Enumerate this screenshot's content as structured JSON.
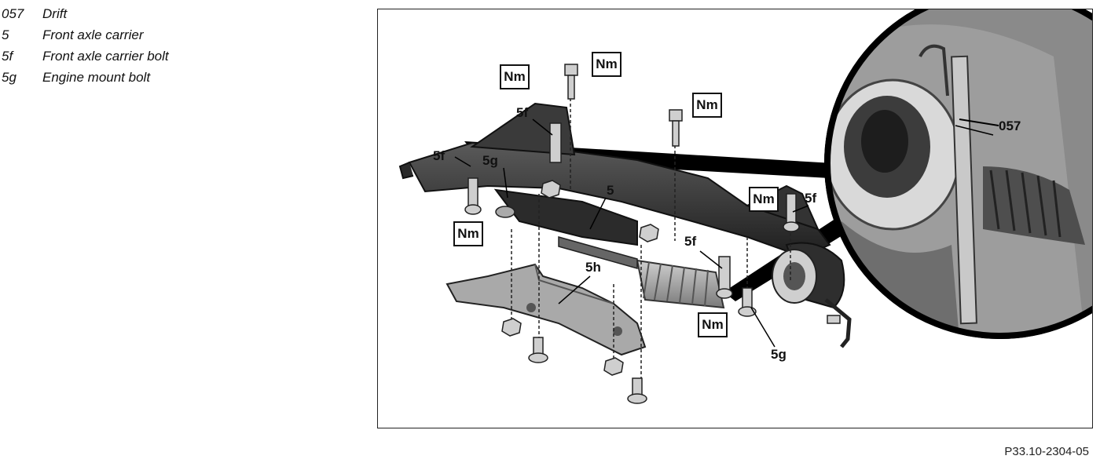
{
  "legend": [
    {
      "code": "057",
      "text": "Drift"
    },
    {
      "code": "5",
      "text": "Front axle carrier"
    },
    {
      "code": "5f",
      "text": "Front axle carrier bolt"
    },
    {
      "code": "5g",
      "text": "Engine mount bolt"
    }
  ],
  "callouts": {
    "nm": "Nm",
    "c5": "5",
    "c5f": "5f",
    "c5g": "5g",
    "c5h": "5h",
    "c057": "057"
  },
  "figure_id": "P33.10-2304-05"
}
